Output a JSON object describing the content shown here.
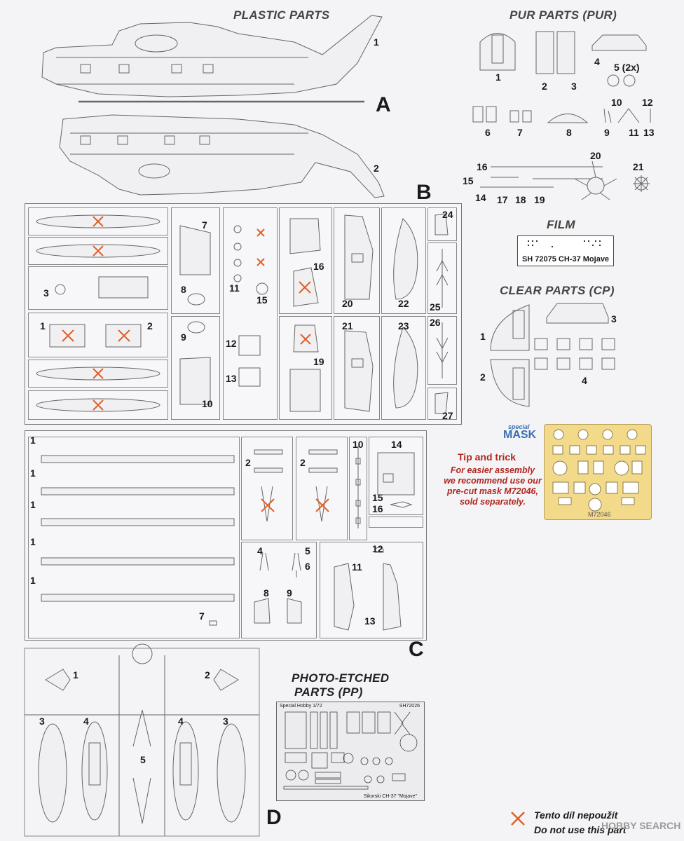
{
  "headings": {
    "plastic": "PLASTIC PARTS",
    "pur": "PUR PARTS (PUR)",
    "film": "FILM",
    "clear": "CLEAR PARTS (CP)",
    "photo_etched_line1": "PHOTO-ETCHED",
    "photo_etched_line2": "PARTS (PP)"
  },
  "sprue_letters": {
    "a": "A",
    "b": "B",
    "c": "C",
    "d": "D"
  },
  "film_label": "SH 72075 CH-37 Mojave",
  "mask": {
    "logo_small": "special",
    "logo_big": "MASK",
    "code": "M72046"
  },
  "tip": {
    "title": "Tip and trick",
    "line1": "For easier assembly",
    "line2": "we recommend use our",
    "line3": "pre-cut mask M72046,",
    "line4": "sold separately."
  },
  "pe_fret": {
    "top_left": "Special Hobby 1/72",
    "top_right": "SH72026",
    "bottom": "Sikorski CH-37 \"Mojave\""
  },
  "legend": {
    "line1": "Tento díl nepoužít",
    "line2": "Do not use this part"
  },
  "watermark": "HOBBY SEARCH",
  "colors": {
    "cross": "#e0602a",
    "tip": "#b0261f",
    "mask": "#f3d98a"
  },
  "labels": {
    "a1": "1",
    "a2": "2",
    "pur1": "1",
    "pur2": "2",
    "pur3": "3",
    "pur4": "4",
    "pur5": "5 (2x)",
    "pur6": "6",
    "pur7": "7",
    "pur8": "8",
    "pur9": "9",
    "pur10": "10",
    "pur11": "11",
    "pur12": "12",
    "pur13": "13",
    "pur14": "14",
    "pur15": "15",
    "pur16": "16",
    "pur17": "17",
    "pur18": "18",
    "pur19": "19",
    "pur20": "20",
    "pur21": "21",
    "cp1": "1",
    "cp2": "2",
    "cp3": "3",
    "cp4": "4",
    "b1": "1",
    "b2": "2",
    "b3": "3",
    "b7": "7",
    "b8": "8",
    "b9": "9",
    "b10": "10",
    "b11": "11",
    "b12": "12",
    "b13": "13",
    "b15": "15",
    "b16": "16",
    "b19": "19",
    "b20": "20",
    "b21": "21",
    "b22": "22",
    "b23": "23",
    "b24": "24",
    "b25": "25",
    "b26": "26",
    "b27": "27",
    "c1a": "1",
    "c1b": "1",
    "c1c": "1",
    "c1d": "1",
    "c1e": "1",
    "c2a": "2",
    "c2b": "2",
    "c4": "4",
    "c5": "5",
    "c6": "6",
    "c7": "7",
    "c8": "8",
    "c9": "9",
    "c10": "10",
    "c11": "11",
    "c12": "12",
    "c13": "13",
    "c14": "14",
    "c15": "15",
    "c16": "16",
    "d1": "1",
    "d2": "2",
    "d3a": "3",
    "d3b": "3",
    "d4a": "4",
    "d4b": "4",
    "d5": "5"
  }
}
